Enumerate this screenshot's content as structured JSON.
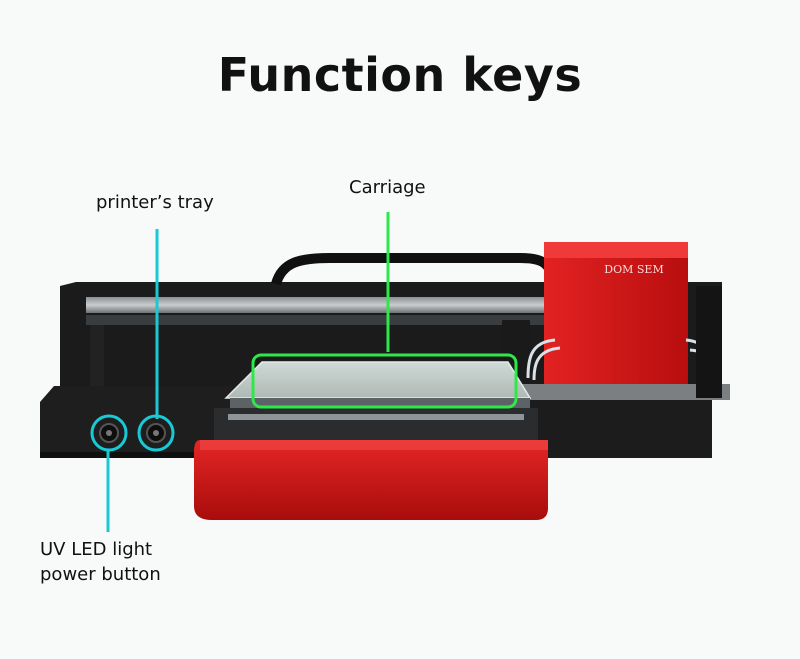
{
  "title": "Function keys",
  "labels": {
    "printer_tray": "printer’s tray",
    "carriage": "Carriage",
    "uv_line1": "UV LED light",
    "uv_line2": "power button"
  },
  "brand": "DOM SEM",
  "colors": {
    "callout_cyan": "#19c9d6",
    "callout_green": "#2ee84a",
    "printer_red": "#d41a1a",
    "printer_black": "#1c1c1c"
  }
}
